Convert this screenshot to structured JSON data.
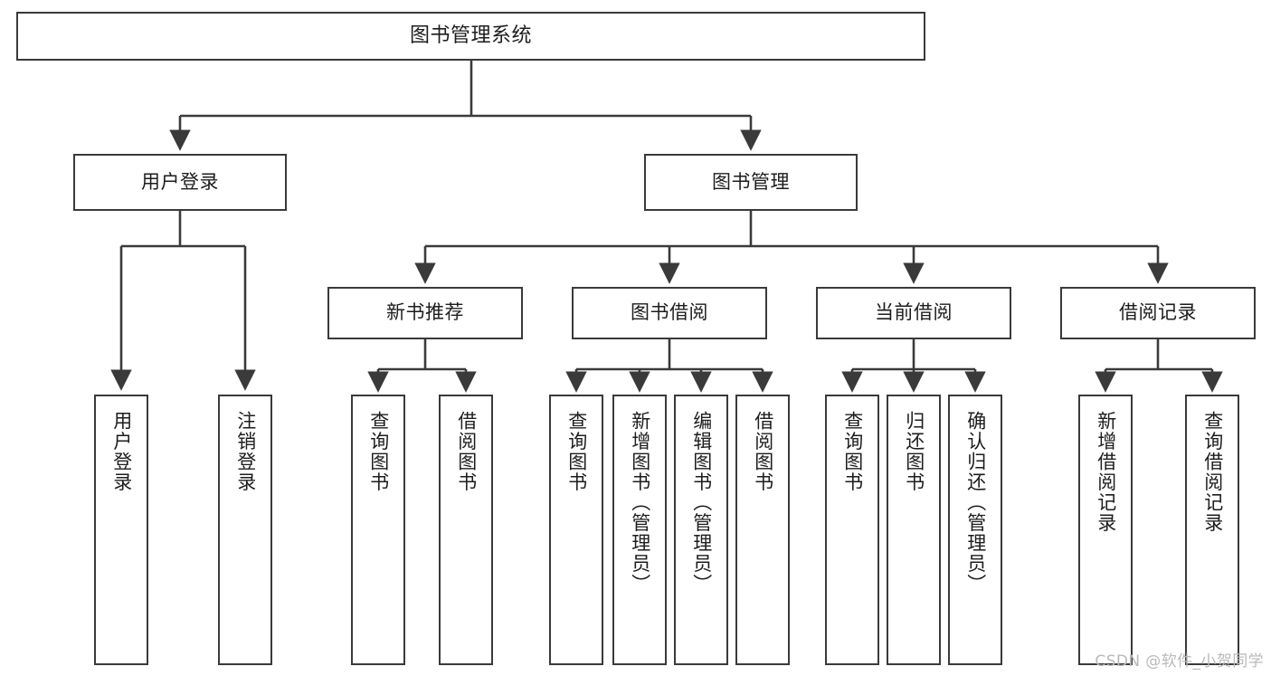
{
  "diagram": {
    "title": "图书管理系统",
    "watermark": "CSDN @软件_小贺同学",
    "colors": {
      "stroke": "#3a3a3a",
      "fill": "#ffffff",
      "text": "#1d1d1d",
      "watermark": "#b9b9b9"
    },
    "levels": {
      "root": {
        "label": "图书管理系统"
      },
      "level2": [
        {
          "label": "用户登录"
        },
        {
          "label": "图书管理"
        }
      ],
      "level3": [
        {
          "label": "新书推荐"
        },
        {
          "label": "图书借阅"
        },
        {
          "label": "当前借阅"
        },
        {
          "label": "借阅记录"
        }
      ],
      "leaves": [
        {
          "label": "用户登录",
          "parent": "用户登录"
        },
        {
          "label": "注销登录",
          "parent": "用户登录"
        },
        {
          "label": "查询图书",
          "parent": "新书推荐"
        },
        {
          "label": "借阅图书",
          "parent": "新书推荐"
        },
        {
          "label": "查询图书",
          "parent": "图书借阅"
        },
        {
          "label": "新增图书（管理员）",
          "parent": "图书借阅"
        },
        {
          "label": "编辑图书（管理员）",
          "parent": "图书借阅"
        },
        {
          "label": "借阅图书",
          "parent": "图书借阅"
        },
        {
          "label": "查询图书",
          "parent": "当前借阅"
        },
        {
          "label": "归还图书",
          "parent": "当前借阅"
        },
        {
          "label": "确认归还（管理员）",
          "parent": "当前借阅"
        },
        {
          "label": "新增借阅记录",
          "parent": "借阅记录"
        },
        {
          "label": "查询借阅记录",
          "parent": "借阅记录"
        }
      ]
    }
  }
}
